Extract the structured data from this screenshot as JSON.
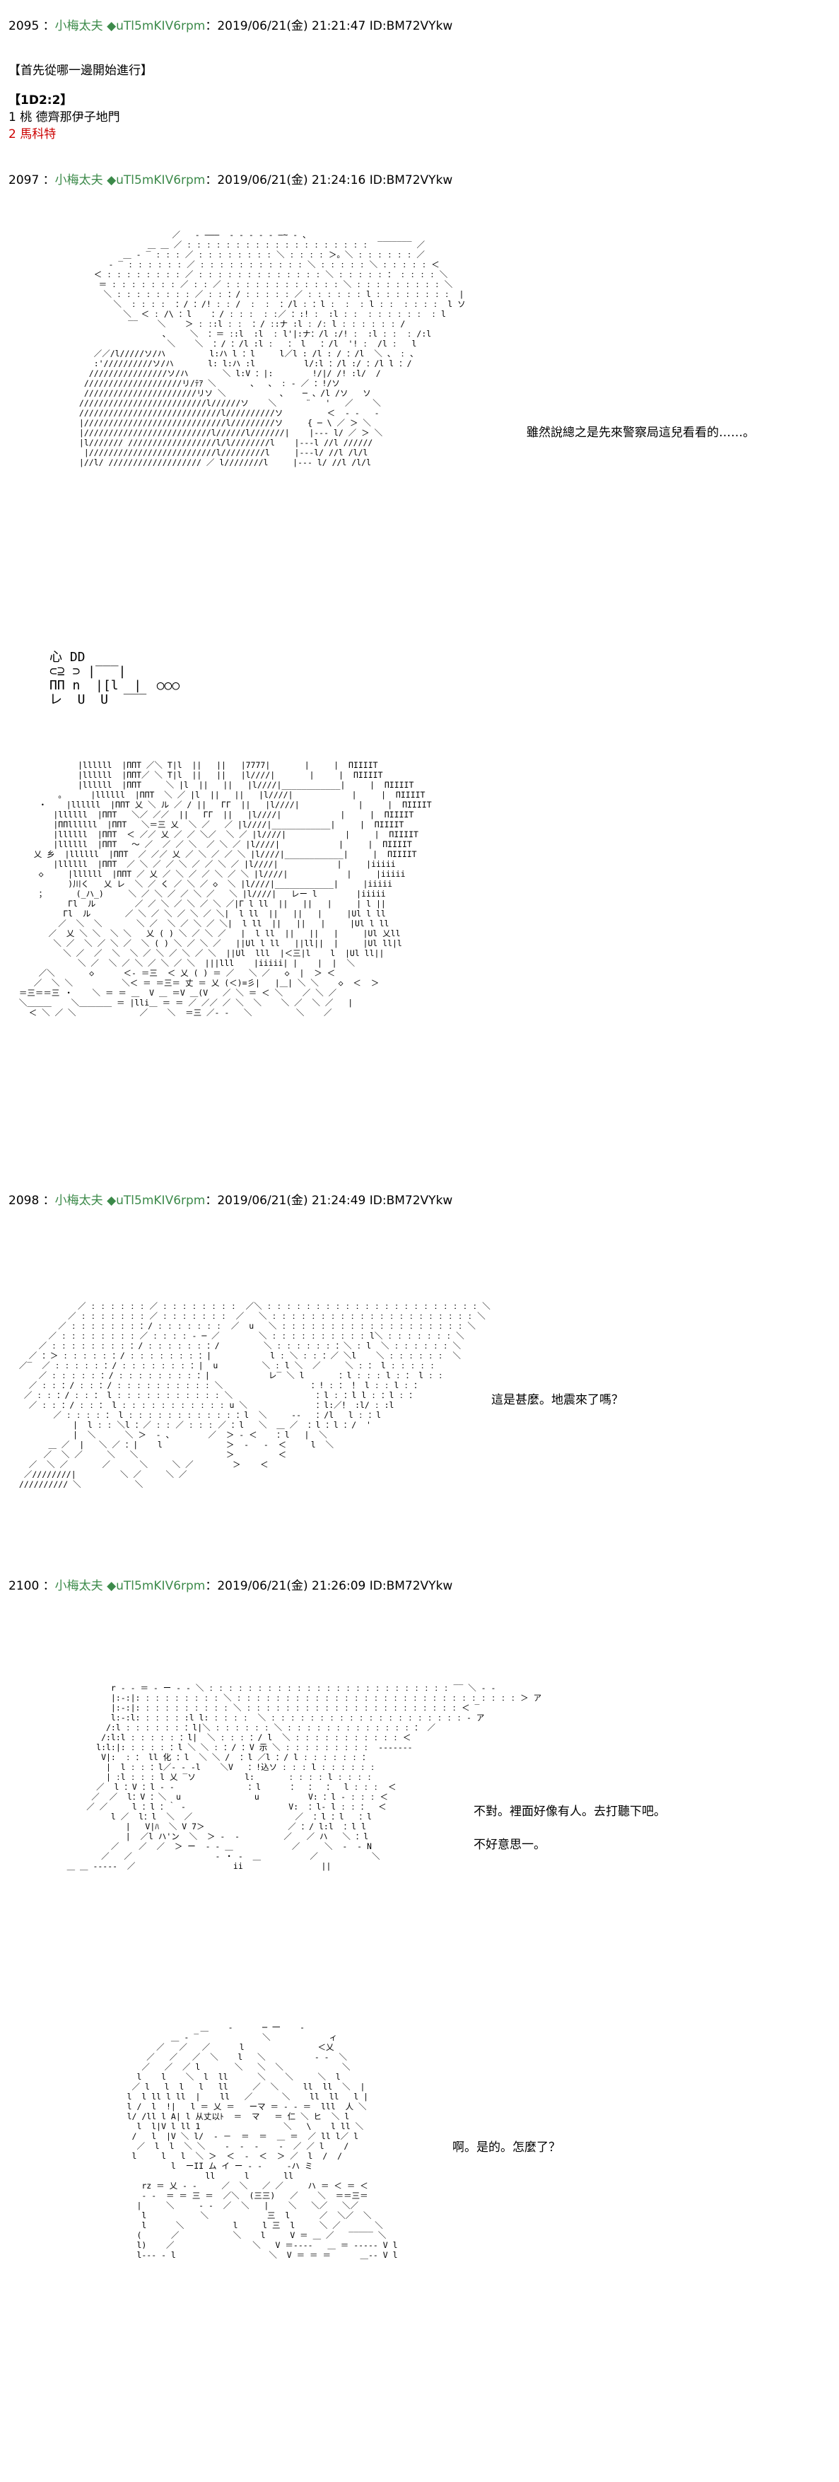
{
  "posts": [
    {
      "number": "2095",
      "name": "小梅太夫",
      "trip": "◆uTl5mKIV6rpm",
      "datetime": "：2019/06/21(金) 21:21:47 ID:BM72VYkw",
      "lines": [
        "【首先從哪一邊開始進行】",
        "【1D2:2】",
        "1  桃  德齊那伊子地門",
        "2  馬科特"
      ]
    },
    {
      "number": "2097",
      "name": "小梅太夫",
      "trip": "◆uTl5mKIV6rpm",
      "datetime": "：2019/06/21(金) 21:24:16 ID:BM72VYkw",
      "dialog": [
        "雖然說總之是先來警察局這兒看看的……。"
      ],
      "sfx": "心 DD\n⊂⊇ ⊃ |‾‾‾|\nΠΠ n  |[l  |  ○○○\nレ  U  U  ‾‾‾"
    },
    {
      "number": "2098",
      "name": "小梅太夫",
      "trip": "◆uTl5mKIV6rpm",
      "datetime": "：2019/06/21(金) 21:24:49 ID:BM72VYkw",
      "dialog": [
        "這是甚麼。地震來了嗎？"
      ]
    },
    {
      "number": "2100",
      "name": "小梅太夫",
      "trip": "◆uTl5mKIV6rpm",
      "datetime": "：2019/06/21(金) 21:26:09 ID:BM72VYkw",
      "dialog": [
        "不對。裡面好像有人。去打聽下吧。",
        "不好意思一。",
        "啊。是的。怎麼了？"
      ]
    }
  ]
}
